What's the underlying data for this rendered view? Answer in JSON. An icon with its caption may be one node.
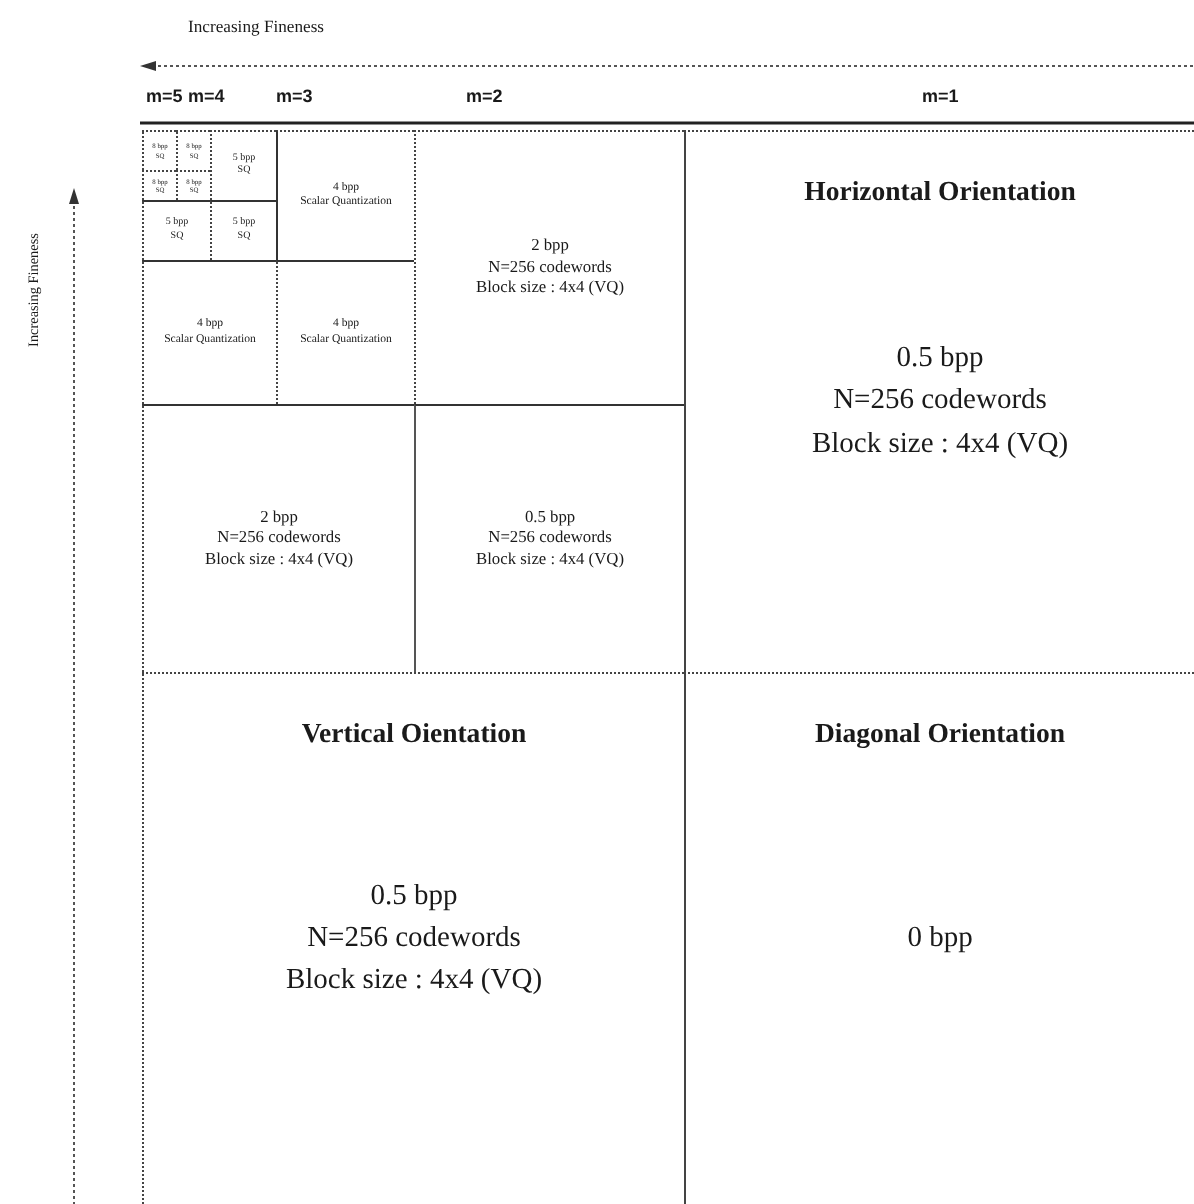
{
  "diagram": {
    "nodes": [
      {
        "text": [
          "8 bpp",
          "SQ"
        ]
      },
      {
        "text": [
          "8 bpp",
          "SQ"
        ]
      },
      {
        "text": [
          "8 bpp",
          "SQ"
        ]
      },
      {
        "text": [
          "8 bpp",
          "SQ"
        ]
      },
      {
        "text": [
          "5 bpp",
          "SQ"
        ]
      },
      {
        "text": [
          "5 bpp",
          "SQ"
        ]
      },
      {
        "text": [
          "5 bpp",
          "SQ"
        ]
      },
      {
        "text": [
          "4 bpp",
          "Scalar Quantization"
        ]
      },
      {
        "text": [
          "4 bpp",
          "Scalar Quantization"
        ]
      },
      {
        "text": [
          "4 bpp",
          "Scalar Quantization"
        ]
      },
      {
        "text": [
          "2 bpp",
          "N=256 codewords",
          "Block size : 4x4 (VQ)"
        ]
      },
      {
        "text": [
          "2 bpp",
          "N=256 codewords",
          "Block size : 4x4 (VQ)"
        ]
      },
      {
        "text": [
          "0.5 bpp",
          "N=256 codewords",
          "Block size : 4x4 (VQ)"
        ]
      },
      {
        "text": [
          "Horizontal Orientation",
          "0.5 bpp",
          "N=256 codewords",
          "Block size : 4x4 (VQ)"
        ]
      },
      {
        "text": [
          "Vertical Oientation",
          "0.5 bpp",
          "N=256 codewords",
          "Block size : 4x4 (VQ)"
        ]
      },
      {
        "text": [
          "Diagonal Orientation",
          "0 bpp"
        ]
      }
    ],
    "labels": [
      "Increasing Fineness",
      "m=5",
      "m=4",
      "m=3",
      "m=2",
      "m=1",
      "Increasing Fineness"
    ]
  }
}
